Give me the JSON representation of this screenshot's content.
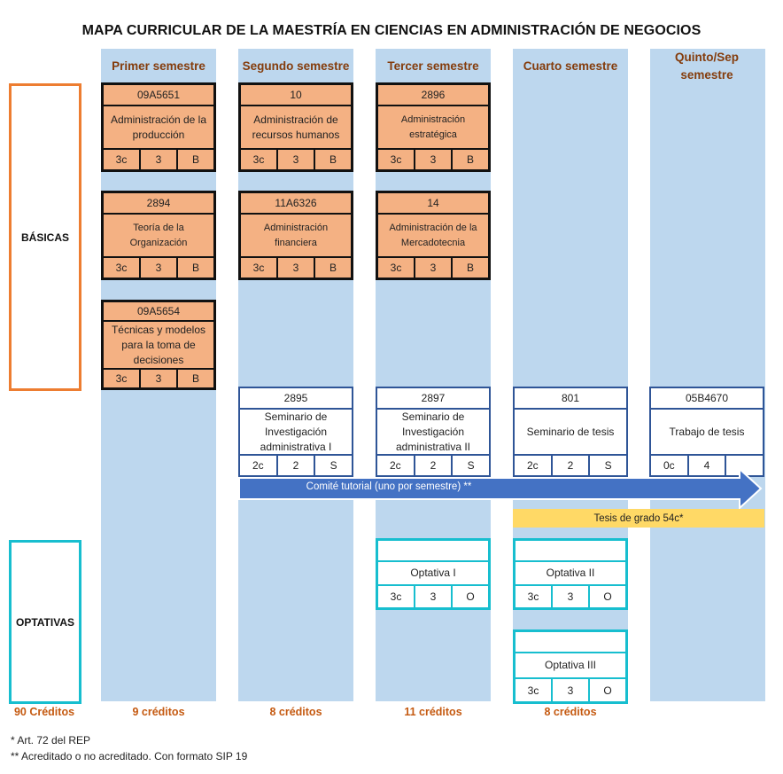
{
  "title": "MAPA CURRICULAR DE LA MAESTRÍA EN CIENCIAS EN ADMINISTRACIÓN DE NEGOCIOS",
  "semesters": [
    {
      "label": "Primer semestre",
      "credits": "9 créditos"
    },
    {
      "label": "Segundo semestre",
      "credits": "8 créditos"
    },
    {
      "label": "Tercer semestre",
      "credits": "11 créditos"
    },
    {
      "label": "Cuarto semestre",
      "credits": "8 créditos"
    },
    {
      "label": "Quinto/Sep semestre",
      "credits": ""
    }
  ],
  "categories": {
    "basic": "BÁSICAS",
    "optional": "OPTATIVAS",
    "total_credits": "90 Créditos"
  },
  "basic_courses": [
    {
      "code": "09A5651",
      "name": "Administración de la producción",
      "credits": "3c",
      "hours": "3",
      "type": "B"
    },
    {
      "code": "10",
      "name": "Administración de recursos humanos",
      "credits": "3c",
      "hours": "3",
      "type": "B"
    },
    {
      "code": "2896",
      "name": "Administración estratégica",
      "credits": "3c",
      "hours": "3",
      "type": "B"
    },
    {
      "code": "2894",
      "name": "Teoría de la Organización",
      "credits": "3c",
      "hours": "3",
      "type": "B"
    },
    {
      "code": "11A6326",
      "name": "Administración financiera",
      "credits": "3c",
      "hours": "3",
      "type": "B"
    },
    {
      "code": "14",
      "name": "Administración de la Mercadotecnia",
      "credits": "3c",
      "hours": "3",
      "type": "B"
    },
    {
      "code": "09A5654",
      "name": "Técnicas y modelos para la toma de decisiones",
      "credits": "3c",
      "hours": "3",
      "type": "B"
    }
  ],
  "seminar_courses": [
    {
      "code": "2895",
      "name": "Seminario de Investigación administrativa I",
      "credits": "2c",
      "hours": "2",
      "type": "S"
    },
    {
      "code": "2897",
      "name": "Seminario de Investigación administrativa II",
      "credits": "2c",
      "hours": "2",
      "type": "S"
    },
    {
      "code": "801",
      "name": "Seminario de tesis",
      "credits": "2c",
      "hours": "2",
      "type": "S"
    },
    {
      "code": "05B4670",
      "name": "Trabajo de tesis",
      "credits": "0c",
      "hours": "4",
      "type": ""
    }
  ],
  "optional_courses": [
    {
      "code": "",
      "name": "Optativa I",
      "credits": "3c",
      "hours": "3",
      "type": "O"
    },
    {
      "code": "",
      "name": "Optativa II",
      "credits": "3c",
      "hours": "3",
      "type": "O"
    },
    {
      "code": "",
      "name": "Optativa III",
      "credits": "3c",
      "hours": "3",
      "type": "O"
    }
  ],
  "tutorial_arrow": "Comité tutorial (uno por semestre) **",
  "thesis_bar": "Tesis de grado  54c*",
  "colors": {
    "column": "#bdd7ee",
    "basic_fill": "#f4b183",
    "basic_frame": "#ed7d31",
    "optional_frame": "#17becf",
    "arrow": "#4472c4",
    "thesis": "#ffd966",
    "semester_text": "#843c0c",
    "credits_text": "#c55a11"
  },
  "notes": [
    "*  Art. 72 del REP",
    "** Acreditado o no acreditado. Con formato SIP 19"
  ]
}
